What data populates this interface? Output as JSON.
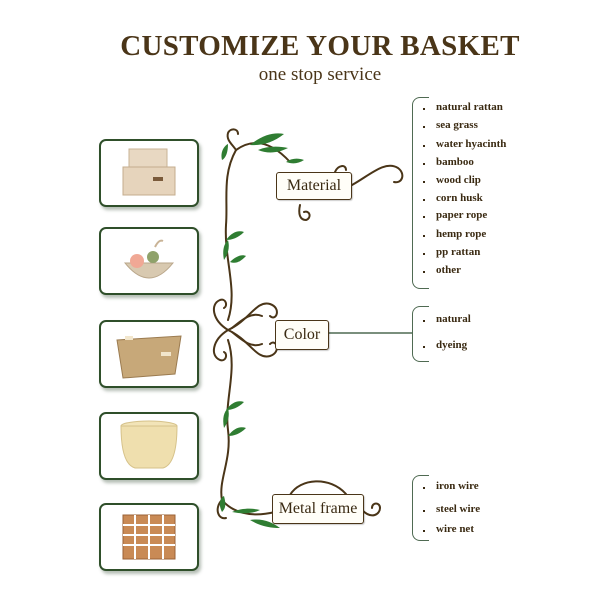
{
  "header": {
    "title": "CUSTOMIZE YOUR BASKET",
    "subtitle": "one stop service"
  },
  "thumbnails": [
    {
      "name": "white-rattan-storage-boxes",
      "desc": "stacked white rattan boxes"
    },
    {
      "name": "round-basket-with-flowers",
      "desc": "round basket with flowers"
    },
    {
      "name": "seagrass-baskets-wood-handles",
      "desc": "stacked seagrass baskets with wooden handles"
    },
    {
      "name": "bamboo-round-basket",
      "desc": "woven bamboo round basket"
    },
    {
      "name": "open-weave-cube-basket",
      "desc": "open weave brown basket"
    }
  ],
  "categories": [
    {
      "label": "Material",
      "options": [
        "natural rattan",
        "sea grass",
        "water hyacinth",
        "bamboo",
        "wood clip",
        "corn husk",
        "paper rope",
        "hemp rope",
        "pp rattan",
        "other"
      ]
    },
    {
      "label": "Color",
      "options": [
        "natural",
        "dyeing"
      ]
    },
    {
      "label": "Metal frame",
      "options": [
        "iron wire",
        "steel wire",
        "wire net"
      ]
    }
  ],
  "colors": {
    "title_brown": "#4a3518",
    "vine_brown": "#4a3518",
    "leaf_green": "#2f7d32",
    "bracket_green": "#4f6a52",
    "thumb_border": "#2f4f2a"
  }
}
